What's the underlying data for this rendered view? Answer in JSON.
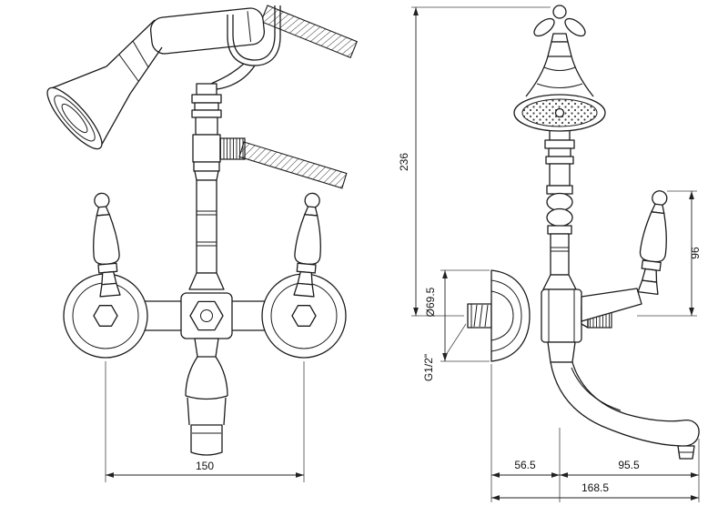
{
  "dimensions": {
    "handle_spacing": "150",
    "overall_height": "236",
    "lever_height": "96",
    "escutcheon_diameter": "Ø69.5",
    "connection_thread": "G1/2\"",
    "wall_to_axis": "56.5",
    "axis_to_spout_tip": "95.5",
    "overall_projection": "168.5"
  }
}
